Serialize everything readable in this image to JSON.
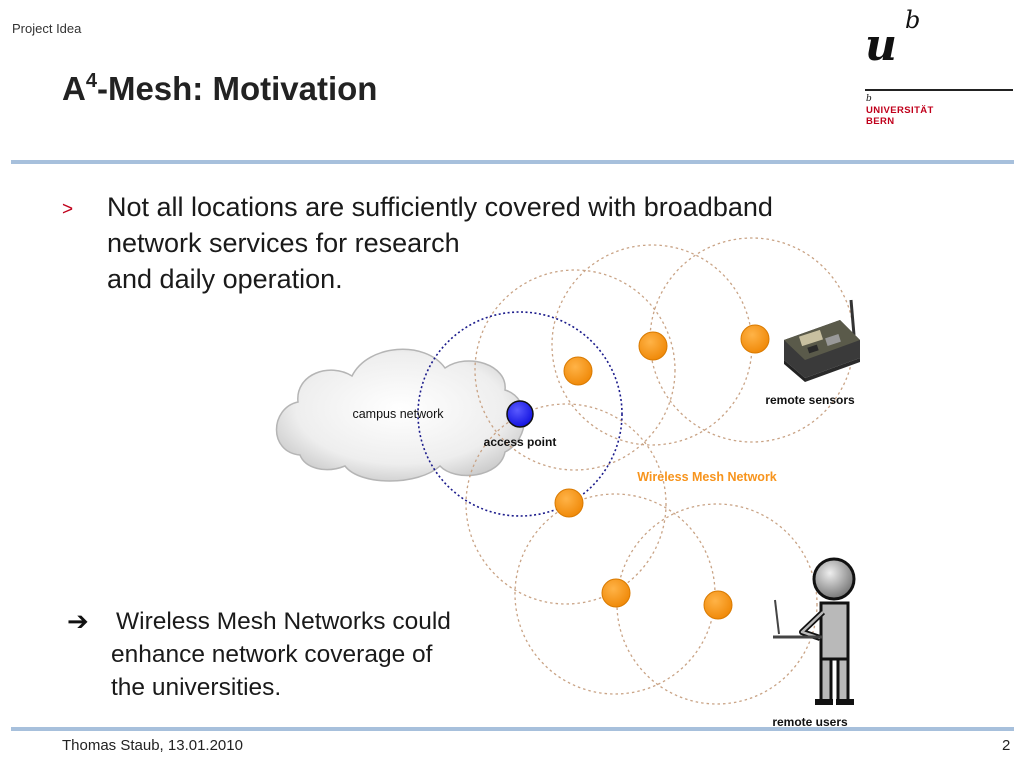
{
  "header": {
    "section_label": "Project Idea",
    "title_prefix": "A",
    "title_superscript": "4",
    "title_suffix": "-Mesh: Motivation"
  },
  "logo": {
    "letter_u": "u",
    "letter_b": "b",
    "small_b": "b",
    "name_line1": "UNIVERSITÄT",
    "name_line2": "BERN"
  },
  "bullet": {
    "marker": ">",
    "lines": [
      "Not all locations are sufficiently covered with broadband",
      "network services for research",
      "and daily operation."
    ]
  },
  "conclusion": {
    "arrow": "➔",
    "lines": [
      "Wireless Mesh Networks could",
      "enhance network coverage of",
      "the universities."
    ]
  },
  "diagram": {
    "campus_network_label": "campus network",
    "access_point_label": "access point",
    "mesh_label": "Wireless Mesh Network",
    "remote_sensors_label": "remote sensors",
    "remote_users_label": "remote users",
    "colors": {
      "node": "#f7941d",
      "access_point": "#2b2bff",
      "mesh_label": "#f7941d",
      "coverage_ring": "#c9a385",
      "access_ring": "#1c1c8c"
    }
  },
  "footer": {
    "author_date": "Thomas Staub, 13.01.2010",
    "page_number": "2"
  }
}
